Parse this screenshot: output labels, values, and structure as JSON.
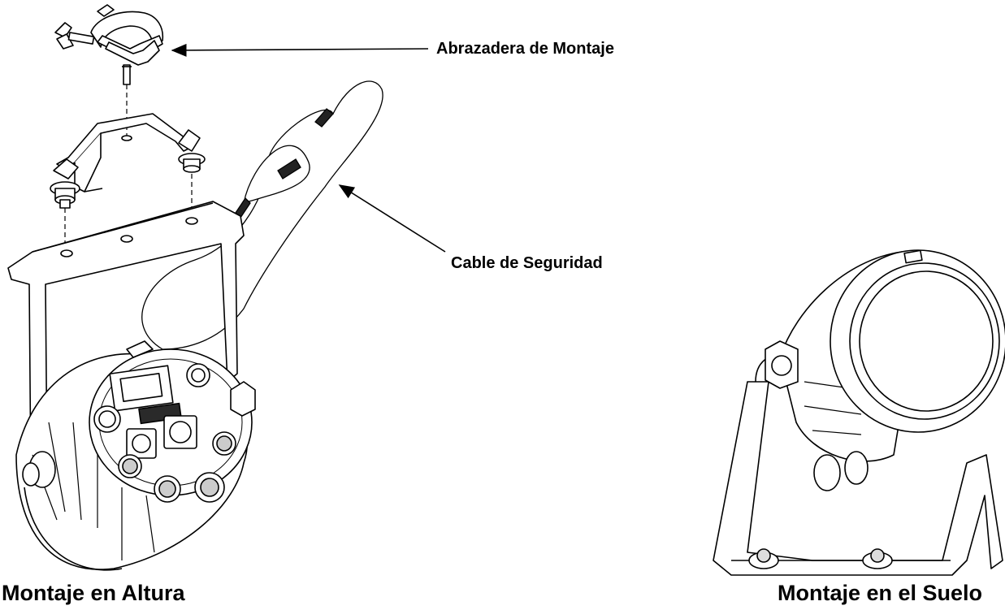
{
  "labels": {
    "mounting_clamp": "Abrazadera de Montaje",
    "safety_cable": "Cable de Seguridad",
    "overhead_mounting": "Montaje en Altura",
    "floor_mounting": "Montaje en el Suelo"
  },
  "icons": {
    "clamp": "mounting-clamp-icon",
    "bracket": "omega-bracket-icon",
    "fixture_hanging": "par-fixture-hanging-icon",
    "fixture_floor": "par-fixture-floor-icon",
    "safety_cable": "safety-cable-icon"
  },
  "colors": {
    "line": "#000000",
    "fill": "#ffffff",
    "shade": "#b8b8b8",
    "dark": "#2a2a2a"
  }
}
